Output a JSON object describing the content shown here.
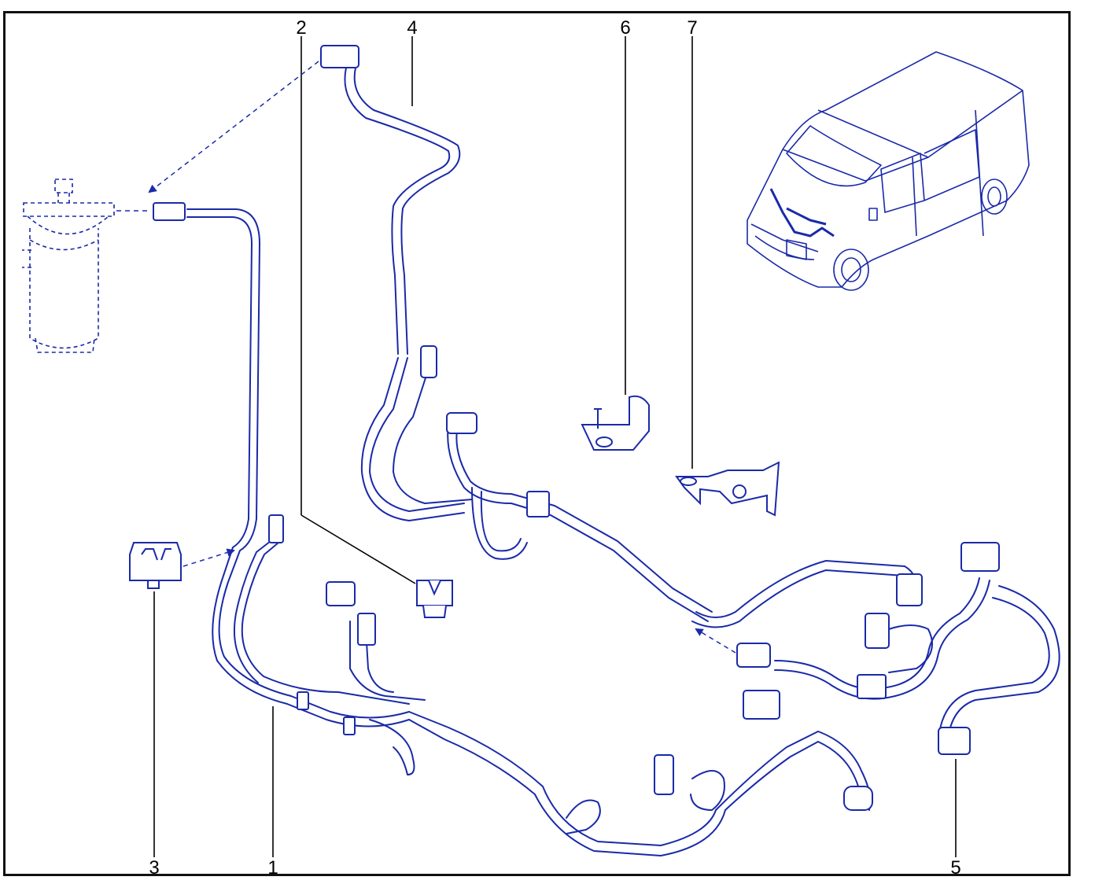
{
  "diagram": {
    "callouts": [
      {
        "id": "c2",
        "label": "2"
      },
      {
        "id": "c4",
        "label": "4"
      },
      {
        "id": "c6",
        "label": "6"
      },
      {
        "id": "c7",
        "label": "7"
      },
      {
        "id": "c3",
        "label": "3"
      },
      {
        "id": "c1",
        "label": "1"
      },
      {
        "id": "c5",
        "label": "5"
      }
    ]
  },
  "colors": {
    "line_art": "#1a2aa8",
    "frame": "#111111",
    "callout_text": "#000000",
    "background": "#ffffff"
  }
}
